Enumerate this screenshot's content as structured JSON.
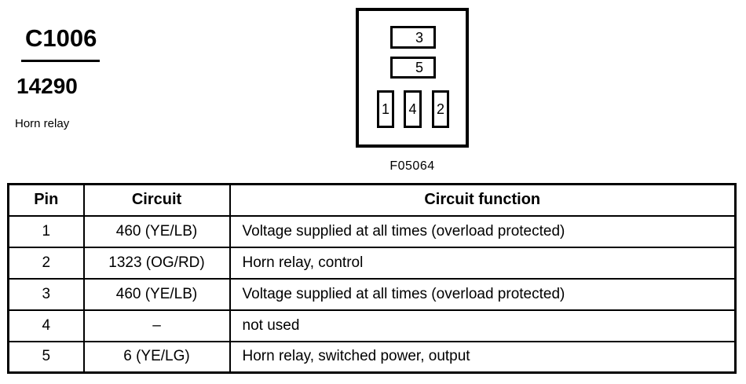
{
  "page": {
    "background": "#ffffff",
    "ink": "#000000"
  },
  "header": {
    "connector_id": "C1006",
    "part_number": "14290",
    "description": "Horn relay"
  },
  "diagram": {
    "figure_label": "F05064",
    "cavities": [
      {
        "label": "3"
      },
      {
        "label": "5"
      },
      {
        "label": "1"
      },
      {
        "label": "4"
      },
      {
        "label": "2"
      }
    ]
  },
  "pin_table": {
    "headers": [
      "Pin",
      "Circuit",
      "Circuit function"
    ],
    "rows": [
      {
        "pin": "1",
        "circuit": "460 (YE/LB)",
        "function": "Voltage supplied at all times (overload protected)"
      },
      {
        "pin": "2",
        "circuit": "1323 (OG/RD)",
        "function": "Horn relay, control"
      },
      {
        "pin": "3",
        "circuit": "460 (YE/LB)",
        "function": "Voltage supplied at all times (overload protected)"
      },
      {
        "pin": "4",
        "circuit": "–",
        "function": "not used"
      },
      {
        "pin": "5",
        "circuit": "6 (YE/LG)",
        "function": "Horn relay, switched power, output"
      }
    ]
  }
}
